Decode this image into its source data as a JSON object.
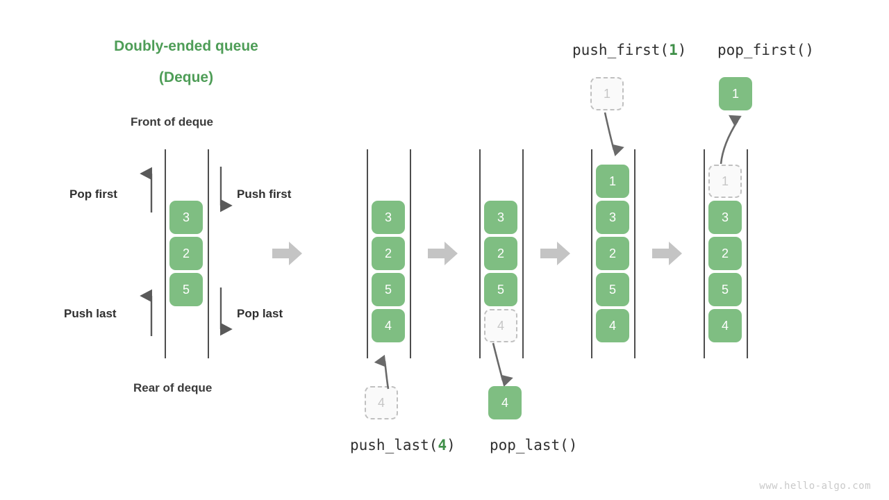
{
  "diagram": {
    "title_line1": "Doubly-ended queue",
    "title_line2": "(Deque)",
    "front_label": "Front of deque",
    "rear_label": "Rear of deque",
    "watermark": "www.hello-algo.com",
    "colors": {
      "title_green": "#4e9d57",
      "cell_green": "#7fbe82",
      "ghost_fill": "#fafafa",
      "ghost_border": "#c0c0c0",
      "ghost_text": "#c6c6c6",
      "rail": "#4d4d4d",
      "block_arrow": "#c4c4c4",
      "thin_arrow": "#595959",
      "label_text": "#2f2f2f"
    },
    "side_labels": {
      "pop_first": "Pop first",
      "push_first": "Push first",
      "push_last": "Push last",
      "pop_last": "Pop last"
    },
    "operations": {
      "push_last": {
        "prefix": "push_last(",
        "arg": "4",
        "suffix": ")"
      },
      "pop_last": {
        "prefix": "pop_last()",
        "arg": "",
        "suffix": ""
      },
      "push_first": {
        "prefix": "push_first(",
        "arg": "1",
        "suffix": ")"
      },
      "pop_first": {
        "prefix": "pop_first()",
        "arg": "",
        "suffix": ""
      }
    },
    "panels": [
      {
        "id": "overview",
        "cells": [
          "3",
          "2",
          "5"
        ],
        "ghosts": []
      },
      {
        "id": "push-last-before",
        "cells": [
          "3",
          "2",
          "5",
          "4"
        ],
        "ghosts": []
      },
      {
        "id": "pop-last-state",
        "cells": [
          "3",
          "2",
          "5"
        ],
        "ghosts": [
          "4"
        ]
      },
      {
        "id": "push-first-state",
        "cells": [
          "1",
          "3",
          "2",
          "5",
          "4"
        ],
        "ghosts": []
      },
      {
        "id": "pop-first-state",
        "cells": [
          "3",
          "2",
          "5",
          "4"
        ],
        "ghosts": [
          "1"
        ]
      }
    ],
    "floating": {
      "push_last_ghost": "4",
      "pop_last_result": "4",
      "push_first_ghost": "1",
      "pop_first_result": "1"
    }
  }
}
